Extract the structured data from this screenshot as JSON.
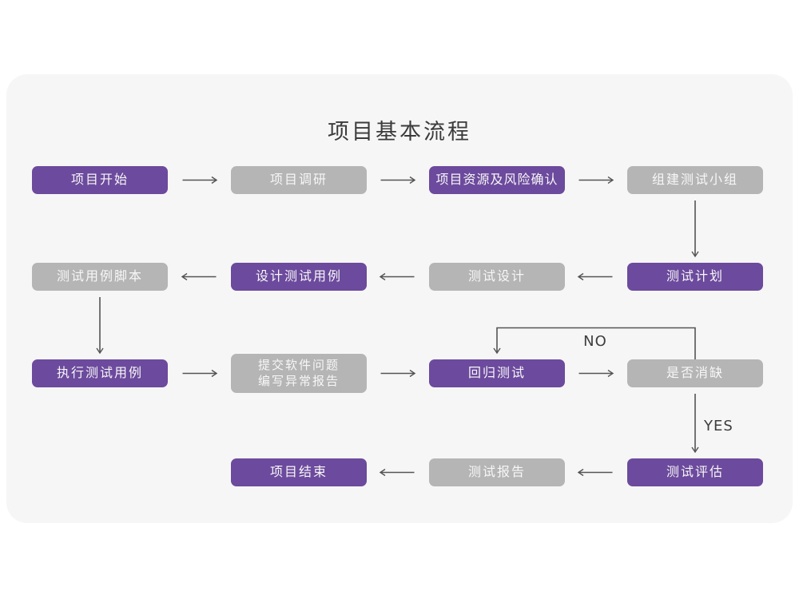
{
  "title": "项目基本流程",
  "colors": {
    "primary": "#6c4a9d",
    "secondary": "#b5b5b5",
    "node_text": "#f7f7f7",
    "connector": "#545454",
    "card_background": "#f6f6f6",
    "page_background": "#ffffff",
    "title_text": "#3b3b3b",
    "label_text": "#3d3d3d"
  },
  "edge_labels": {
    "no": "NO",
    "yes": "YES"
  },
  "nodes": [
    {
      "id": "project-start",
      "label": "项目开始",
      "emphasis": "primary"
    },
    {
      "id": "project-research",
      "label": "项目调研",
      "emphasis": "secondary"
    },
    {
      "id": "resources-risk-confirm",
      "label": "项目资源及风险确认",
      "emphasis": "primary"
    },
    {
      "id": "form-test-team",
      "label": "组建测试小组",
      "emphasis": "secondary"
    },
    {
      "id": "test-plan",
      "label": "测试计划",
      "emphasis": "primary"
    },
    {
      "id": "test-design",
      "label": "测试设计",
      "emphasis": "secondary"
    },
    {
      "id": "design-test-cases",
      "label": "设计测试用例",
      "emphasis": "primary"
    },
    {
      "id": "test-case-scripts",
      "label": "测试用例脚本",
      "emphasis": "secondary"
    },
    {
      "id": "execute-test-cases",
      "label": "执行测试用例",
      "emphasis": "primary"
    },
    {
      "id": "submit-software-issues",
      "label": "提交软件问题",
      "label2": "编写异常报告",
      "emphasis": "secondary"
    },
    {
      "id": "regression-test",
      "label": "回归测试",
      "emphasis": "primary"
    },
    {
      "id": "defect-cleared",
      "label": "是否消缺",
      "emphasis": "secondary"
    },
    {
      "id": "test-evaluation",
      "label": "测试评估",
      "emphasis": "primary"
    },
    {
      "id": "test-report",
      "label": "测试报告",
      "emphasis": "secondary"
    },
    {
      "id": "project-end",
      "label": "项目结束",
      "emphasis": "primary"
    }
  ]
}
